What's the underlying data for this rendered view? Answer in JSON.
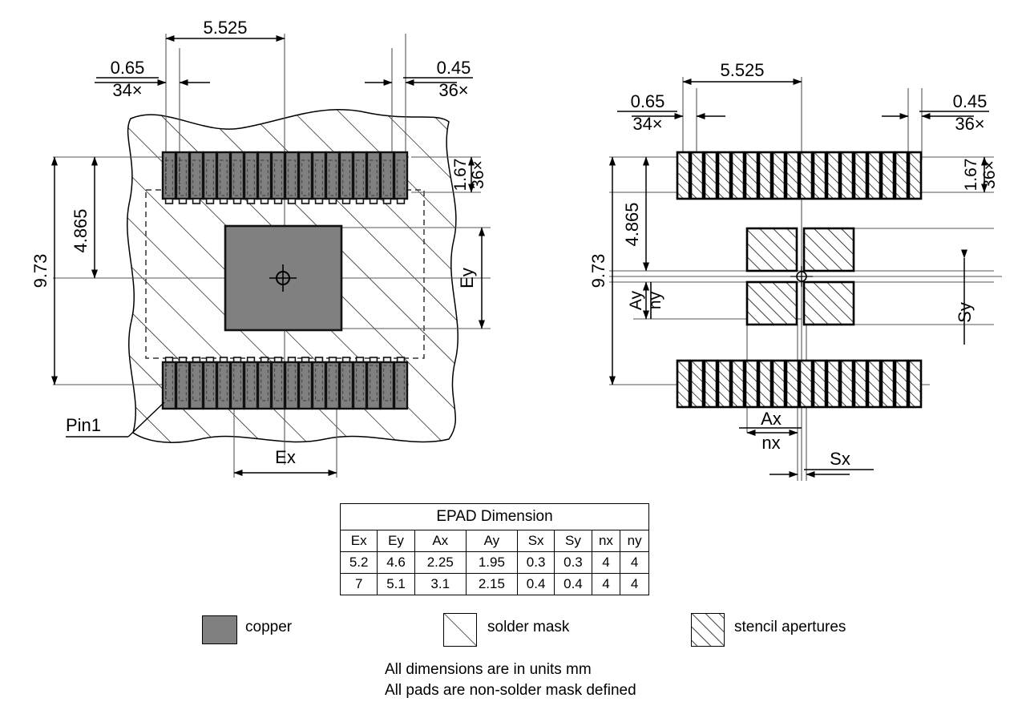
{
  "figure": {
    "title": "PCB land pattern and stencil aperture drawing",
    "views": [
      {
        "name": "land-pattern-view",
        "label": ""
      },
      {
        "name": "stencil-view",
        "label": ""
      }
    ]
  },
  "dimensions": {
    "pitch": "0.65",
    "pitch_count": "34×",
    "span_horizontal": "5.525",
    "pad_width": "0.45",
    "pad_width_count": "36×",
    "pad_length": "1.67",
    "pad_length_count": "36×",
    "height_outer": "9.73",
    "height_inner": "4.865",
    "epad_x": "Ex",
    "epad_y": "Ey",
    "aperture_x": "Ax",
    "aperture_y": "Ay",
    "aperture_nx": "nx",
    "aperture_ny": "ny",
    "spacing_x": "Sx",
    "spacing_y": "Sy"
  },
  "annotations": {
    "pin1": "Pin1"
  },
  "table": {
    "title": "EPAD Dimension",
    "headers": [
      "Ex",
      "Ey",
      "Ax",
      "Ay",
      "Sx",
      "Sy",
      "nx",
      "ny"
    ],
    "rows": [
      [
        "5.2",
        "4.6",
        "2.25",
        "1.95",
        "0.3",
        "0.3",
        "4",
        "4"
      ],
      [
        "7",
        "5.1",
        "3.1",
        "2.15",
        "0.4",
        "0.4",
        "4",
        "4"
      ]
    ]
  },
  "legend": {
    "items": [
      {
        "key": "copper",
        "label": "copper",
        "swatch": "solid-fill",
        "color": "#808080"
      },
      {
        "key": "solder-mask",
        "label": "solder mask",
        "swatch": "sparse-hatch",
        "color": "#ffffff"
      },
      {
        "key": "stencil-apertures",
        "label": "stencil apertures",
        "swatch": "dense-hatch",
        "color": "#ffffff"
      }
    ]
  },
  "notes": [
    "All dimensions are in units mm",
    "All pads are non-solder mask defined"
  ],
  "counts": {
    "pads_per_row": 18,
    "epad_apertures_x": 2,
    "epad_apertures_y": 2
  },
  "colors": {
    "copper": "#808080",
    "line": "#000000",
    "background": "#ffffff"
  }
}
